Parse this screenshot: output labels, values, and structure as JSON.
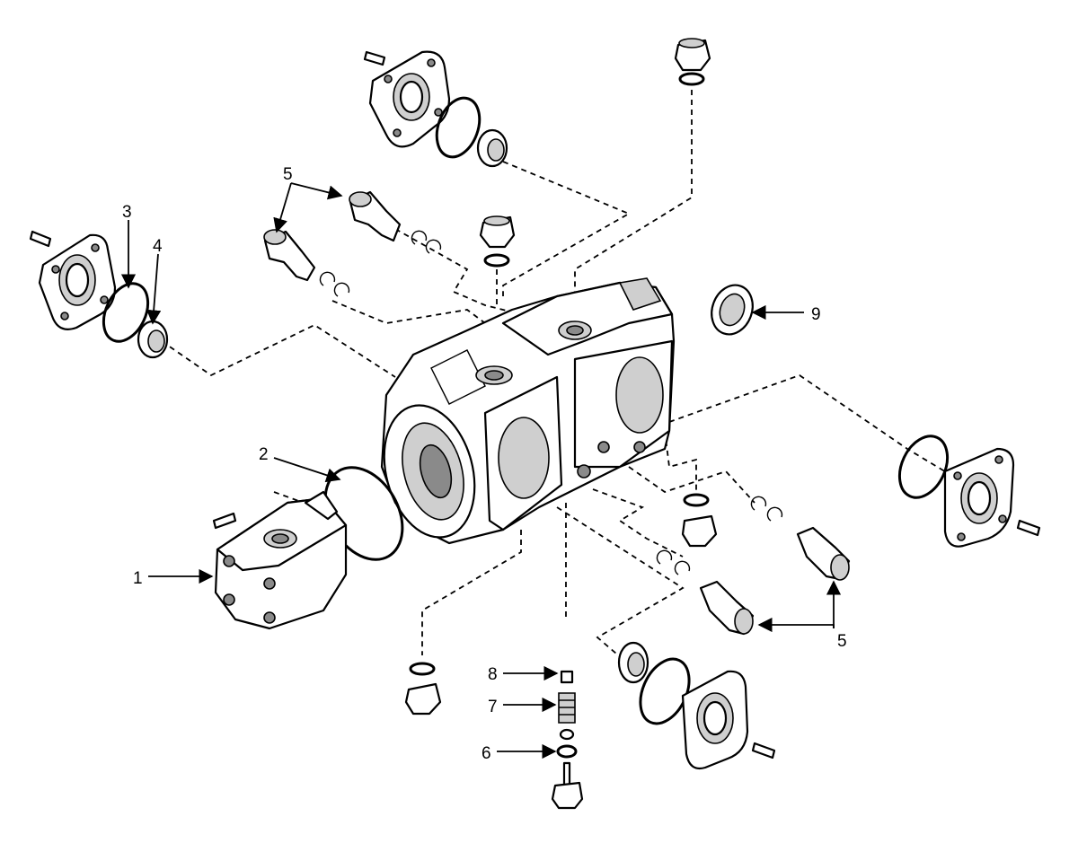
{
  "callouts": {
    "c1": "1",
    "c2": "2",
    "c3": "3",
    "c4": "4",
    "c5_top": "5",
    "c5_bottom": "5",
    "c6": "6",
    "c7": "7",
    "c8": "8",
    "c9": "9"
  }
}
